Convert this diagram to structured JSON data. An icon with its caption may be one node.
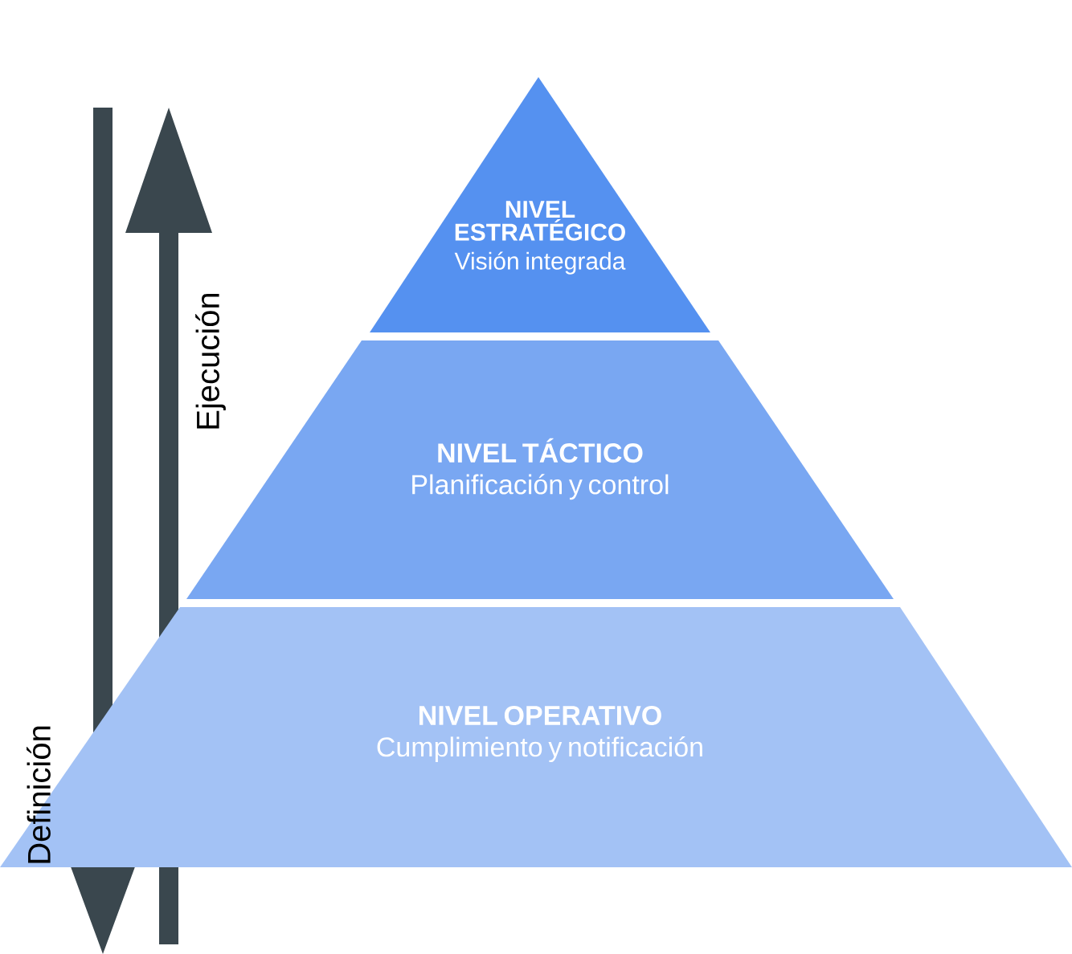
{
  "diagram": {
    "nodes": [
      {
        "text": [
          "NIVEL ESTRATÉGICO",
          "Visión integrada"
        ]
      },
      {
        "text": [
          "NIVEL TÁCTICO",
          "Planificación y control"
        ]
      },
      {
        "text": [
          "NIVEL OPERATIVO",
          "Cumplimiento y notificación"
        ]
      }
    ],
    "labels": [
      "Ejecución",
      "Definición"
    ]
  }
}
